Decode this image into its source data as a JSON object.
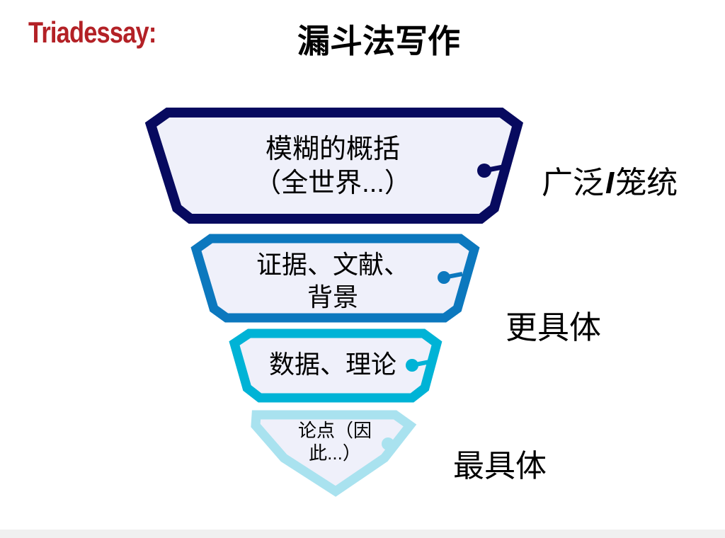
{
  "header": {
    "brand": "Triadessay:",
    "brand_color": "#B32126",
    "title": "漏斗法写作",
    "title_color": "#000000"
  },
  "funnel": {
    "fill_color": "#EFF0FA",
    "layers": [
      {
        "id": "level-1",
        "color": "#070A5F",
        "lines": [
          "模糊的概括",
          "（全世界...）"
        ]
      },
      {
        "id": "level-2",
        "color": "#0C78BE",
        "lines": [
          "证据、文献、",
          "背景"
        ]
      },
      {
        "id": "level-3",
        "color": "#00B3D6",
        "lines": [
          "数据、理论"
        ]
      },
      {
        "id": "level-4",
        "color": "#A9E2EF",
        "lines": [
          "论点（因",
          "此...）"
        ]
      }
    ]
  },
  "side_labels": [
    {
      "prefix": "广泛",
      "slash": "I",
      "suffix": "笼统"
    },
    {
      "text": "更具体"
    },
    {
      "text": "最具体"
    }
  ]
}
